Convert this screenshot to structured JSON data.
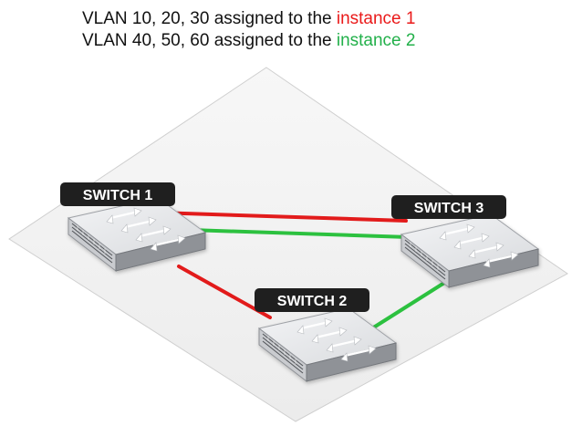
{
  "caption": {
    "line1_prefix": "VLAN 10, 20, 30 assigned to the ",
    "line1_instance": "instance 1",
    "line2_prefix": "VLAN 40, 50, 60 assigned to the ",
    "line2_instance": "instance 2"
  },
  "switches": [
    {
      "label": "SWITCH 1"
    },
    {
      "label": "SWITCH 2"
    },
    {
      "label": "SWITCH 3"
    }
  ],
  "links": [
    {
      "from": "SWITCH 1",
      "to": "SWITCH 3",
      "instance": "instance 1",
      "color": "#e21b1b"
    },
    {
      "from": "SWITCH 1",
      "to": "SWITCH 3",
      "instance": "instance 2",
      "color": "#2cc13f"
    },
    {
      "from": "SWITCH 1",
      "to": "SWITCH 2",
      "instance": "instance 1",
      "color": "#e21b1b"
    },
    {
      "from": "SWITCH 2",
      "to": "SWITCH 3",
      "instance": "instance 2",
      "color": "#2cc13f"
    }
  ],
  "colors": {
    "instance_1": "#ea1a1a",
    "instance_2": "#22b04a",
    "label_bg": "#1f1f1f",
    "plane_fill": "#f4f4f4",
    "plane_stroke": "#c8c8c8",
    "switch_body": "#e6e7e9",
    "switch_side": "#9a9da2"
  }
}
